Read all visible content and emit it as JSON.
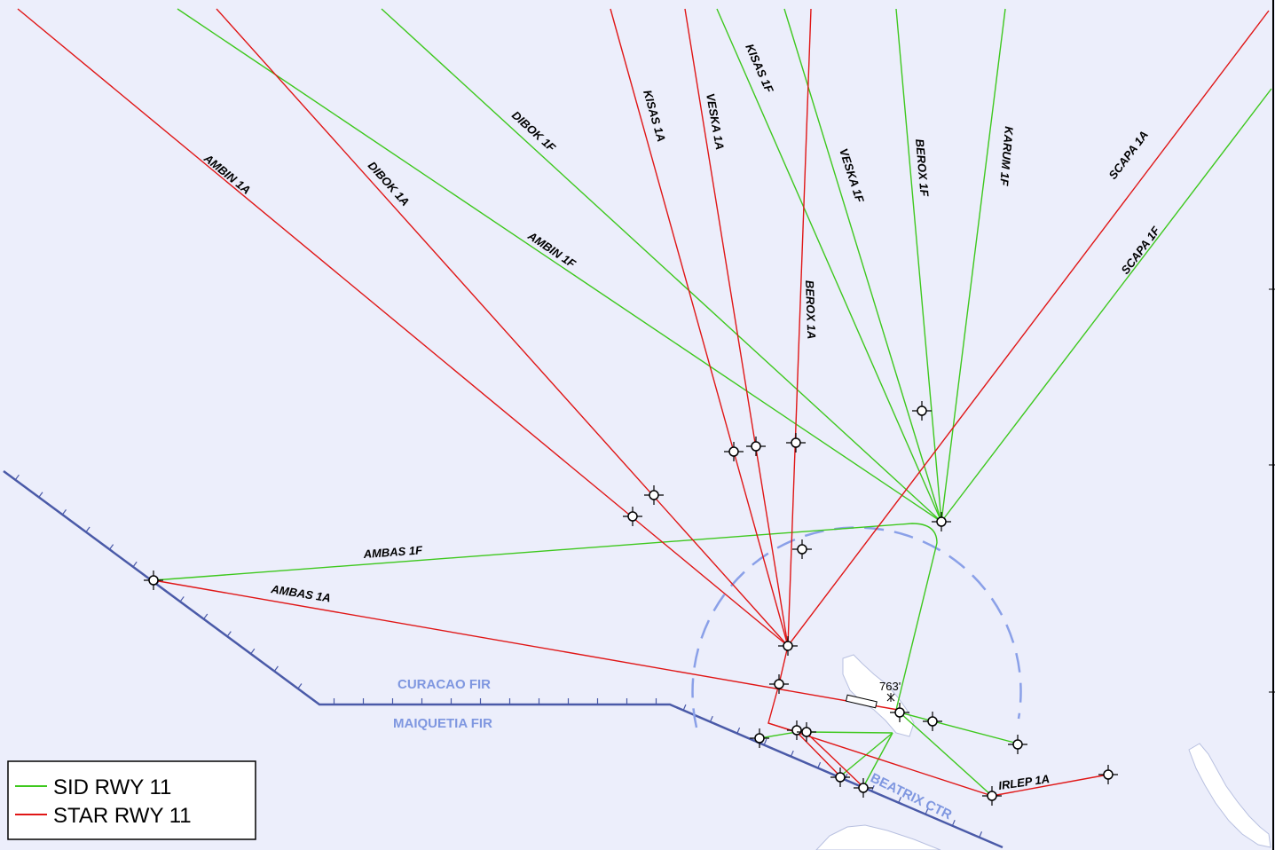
{
  "colors": {
    "background": "#eceefb",
    "sid": "#3ec81e",
    "star": "#e01616",
    "fir_boundary": "#4a5aa8",
    "ctr_boundary": "#8aa0e8",
    "land": "#ffffff"
  },
  "routes": {
    "ambin_1a": "AMBIN 1A",
    "dibok_1a": "DIBOK 1A",
    "dibok_1f": "DIBOK 1F",
    "ambin_1f": "AMBIN 1F",
    "kisas_1a": "KISAS 1A",
    "veska_1a": "VESKA 1A",
    "kisas_1f": "KISAS 1F",
    "berox_1a": "BEROX 1A",
    "veska_1f": "VESKA 1F",
    "berox_1f": "BEROX 1F",
    "karum_1f": "KARUM 1F",
    "scapa_1a": "SCAPA 1A",
    "scapa_1f": "SCAPA 1F",
    "ambas_1f": "AMBAS 1F",
    "ambas_1a": "AMBAS 1A",
    "irlep_1a": "IRLEP 1A"
  },
  "boundaries": {
    "curacao_fir": "CURACAO FIR",
    "maiquetia_fir": "MAIQUETIA FIR",
    "beatrix_ctr": "BEATRIX CTR"
  },
  "spot_elevation": "763'",
  "legend": {
    "sid": "SID RWY 11",
    "star": "STAR RWY 11"
  }
}
